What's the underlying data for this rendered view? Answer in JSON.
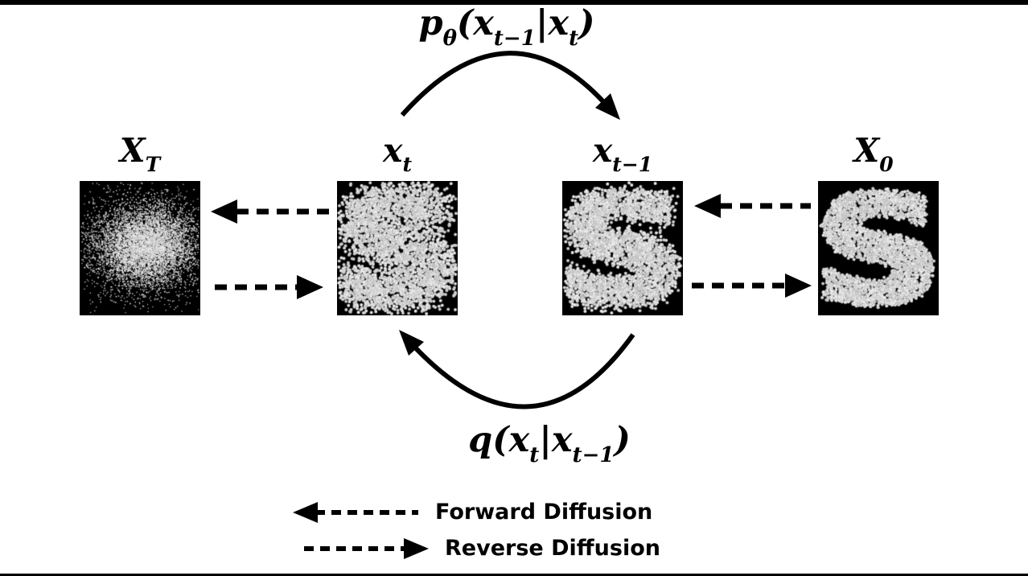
{
  "figure": {
    "kind": "diffusion-process-diagram",
    "description": "Forward and reverse diffusion over an S-shaped point cloud"
  },
  "formulas": {
    "reverse": {
      "func": "p",
      "func_sub": "θ",
      "open": "(",
      "arg1": "x",
      "arg1_sub": "t−1",
      "pipe": "|",
      "arg2": "x",
      "arg2_sub": "t",
      "close": ")"
    },
    "forward": {
      "func": "q",
      "open": "(",
      "arg1": "x",
      "arg1_sub": "t",
      "pipe": "|",
      "arg2": "x",
      "arg2_sub": "t−1",
      "close": ")"
    }
  },
  "panels": [
    {
      "id": "xT",
      "label": "X",
      "label_sub": "T",
      "content": "gaussian-noise"
    },
    {
      "id": "xt",
      "label": "x",
      "label_sub": "t",
      "content": "heavily-noised-s"
    },
    {
      "id": "xt-1",
      "label": "x",
      "label_sub": "t−1",
      "content": "partially-noised-s"
    },
    {
      "id": "x0",
      "label": "X",
      "label_sub": "0",
      "content": "clean-s"
    }
  ],
  "legend": [
    {
      "direction": "left",
      "label": "Forward Diffusion"
    },
    {
      "direction": "right",
      "label": "Reverse Diffusion"
    }
  ],
  "colors": {
    "background": "#ffffff",
    "ink": "#000000",
    "panel_background": "#000000",
    "dot_gray": "#c2c2c2",
    "dot_white": "#ffffff"
  }
}
